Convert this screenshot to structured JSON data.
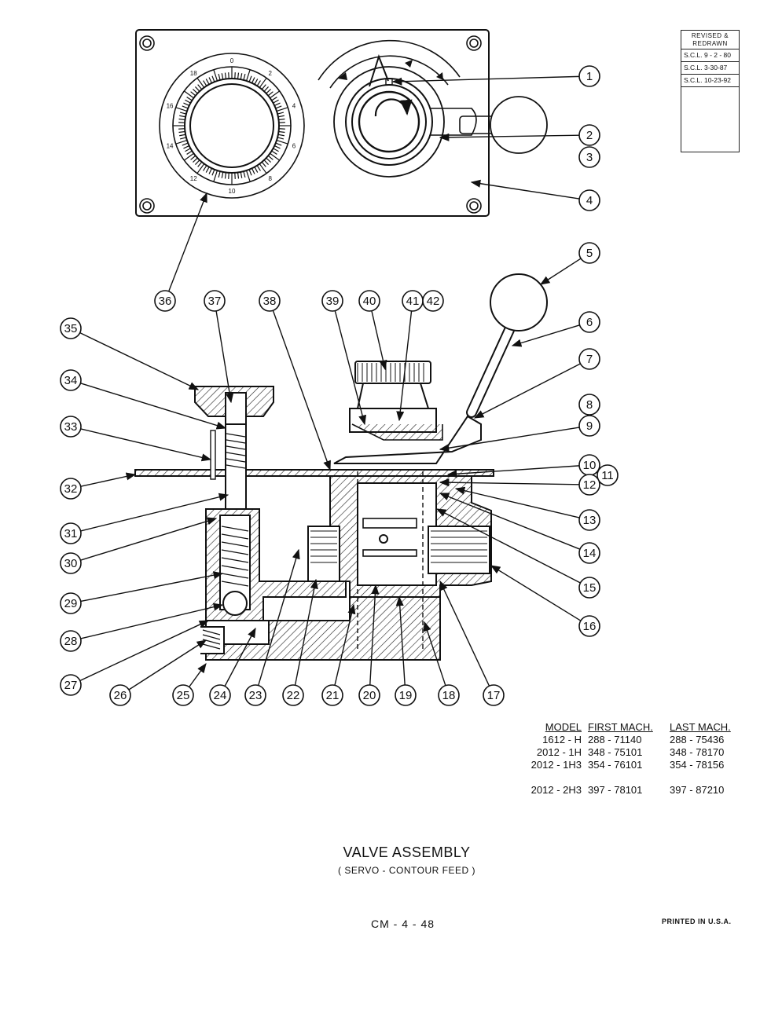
{
  "revision": {
    "header_line1": "REVISED &",
    "header_line2": "REDRAWN",
    "entries": [
      "S.C.L. 9 - 2 - 80",
      "S.C.L. 3-30-87",
      "S.C.L. 10-23-92"
    ]
  },
  "dial_numbers": [
    "0",
    "2",
    "4",
    "6",
    "8",
    "10",
    "12",
    "14",
    "16",
    "18"
  ],
  "callouts": [
    "1",
    "2",
    "3",
    "4",
    "5",
    "6",
    "7",
    "8",
    "9",
    "10",
    "11",
    "12",
    "13",
    "14",
    "15",
    "16",
    "17",
    "18",
    "19",
    "20",
    "21",
    "22",
    "23",
    "24",
    "25",
    "26",
    "27",
    "28",
    "29",
    "30",
    "31",
    "32",
    "33",
    "34",
    "35",
    "36",
    "37",
    "38",
    "39",
    "40",
    "41",
    "42"
  ],
  "model_table": {
    "headers": [
      "MODEL",
      "FIRST MACH.",
      "LAST MACH."
    ],
    "rows": [
      [
        "1612 - H",
        "288 - 71140",
        "288 - 75436"
      ],
      [
        "2012 - 1H",
        "348 - 75101",
        "348 - 78170"
      ],
      [
        "2012 - 1H3",
        "354 - 76101",
        "354 - 78156"
      ],
      [
        "2012 - 2H3",
        "397 - 78101",
        "397 - 87210"
      ]
    ]
  },
  "title": "VALVE  ASSEMBLY",
  "subtitle": "( SERVO - CONTOUR  FEED )",
  "drawing_number": "CM - 4 - 48",
  "printed": "PRINTED  IN  U.S.A."
}
